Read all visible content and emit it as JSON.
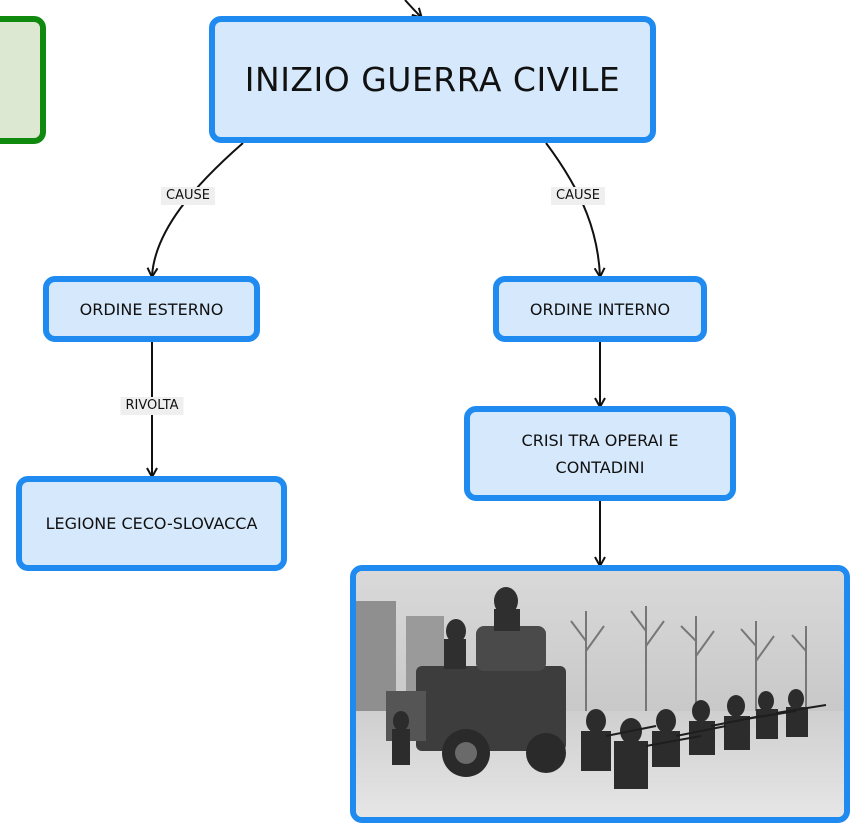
{
  "nodes": {
    "main": "INIZIO GUERRA CIVILE",
    "external": "ORDINE ESTERNO",
    "internal": "ORDINE INTERNO",
    "legion": "LEGIONE CECO-SLOVACCA",
    "crisis_line1": "CRISI TRA OPERAI E",
    "crisis_line2": "CONTADINI"
  },
  "links": {
    "cause_left": "CAUSE",
    "cause_right": "CAUSE",
    "revolt": "RIVOLTA"
  },
  "colors": {
    "node_fill": "#d6e8fb",
    "node_border": "#1f8bf0",
    "side_node_fill": "#dde8d2",
    "side_node_border": "#0f8a0f",
    "label_bg": "#efefef"
  },
  "photo": {
    "subject": "historical black-and-white photograph of soldiers with an armored car"
  }
}
